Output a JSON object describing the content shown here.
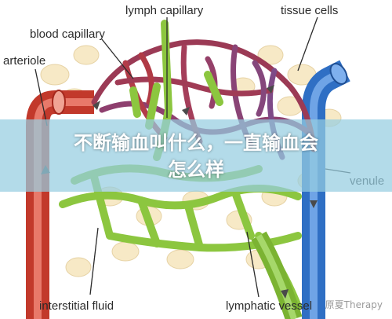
{
  "banner": {
    "line1": "不断输血叫什么，一直输血会",
    "line2": "怎么样"
  },
  "labels": {
    "lymph_capillary": "lymph capillary",
    "blood_capillary": "blood capillary",
    "arteriole": "arteriole",
    "tissue_cells": "tissue cells",
    "venule": "venule",
    "interstitial_fluid": "interstitial fluid",
    "lymphatic_vessel": "lymphatic vessel"
  },
  "watermark": "原夏Therapy",
  "colors": {
    "arteriole": "#c2392b",
    "venule": "#2f6fc4",
    "lymph": "#8cc63f",
    "capillary": "#9b3a55",
    "tissue_cell": "#f7e9c6",
    "banner": "#96cde1"
  }
}
